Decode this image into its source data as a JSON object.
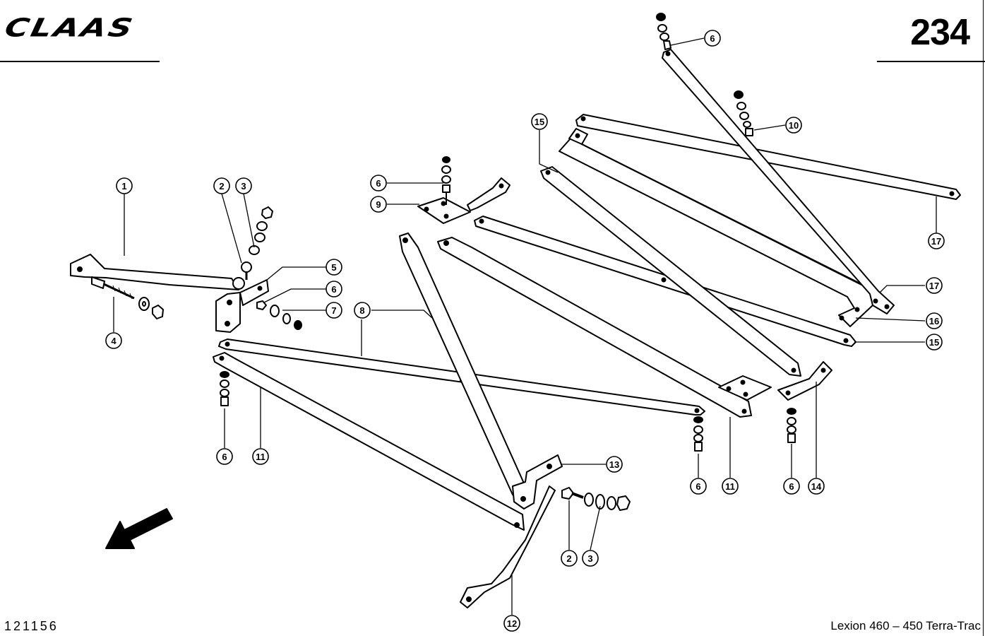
{
  "header": {
    "logo_text": "CLAAS",
    "page_number": "234"
  },
  "footer": {
    "drawing_number": "121156",
    "model": "Lexion 460 – 450 Terra-Trac"
  },
  "callouts": {
    "c1": "1",
    "c2a": "2",
    "c3a": "3",
    "c4": "4",
    "c5": "5",
    "c6a": "6",
    "c7": "7",
    "c8": "8",
    "c6b": "6",
    "c9": "9",
    "c6c": "6",
    "c11a": "11",
    "c15a": "15",
    "c6d": "6",
    "c10": "10",
    "c17a": "17",
    "c17b": "17",
    "c16": "16",
    "c15b": "15",
    "c6e": "6",
    "c11b": "11",
    "c6f": "6",
    "c14": "14",
    "c13": "13",
    "c2b": "2",
    "c3b": "3",
    "c12": "12"
  }
}
